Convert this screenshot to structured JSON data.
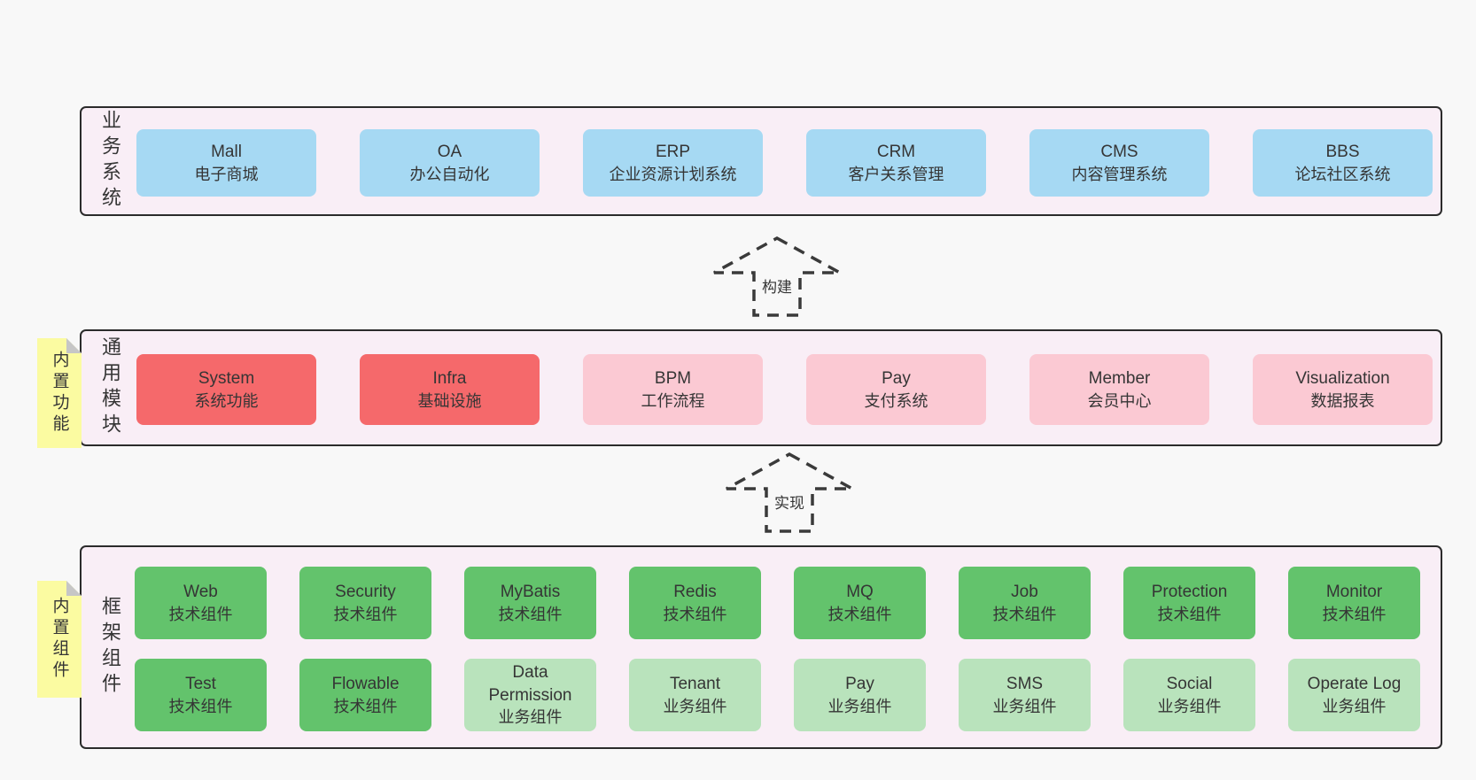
{
  "colors": {
    "page_bg": "#f8f8f8",
    "container_bg": "#f9eef6",
    "container_border": "#2b2b2b",
    "blue": "#a6d9f3",
    "red": "#f5696b",
    "pink": "#fbc9d3",
    "green_dark": "#63c36c",
    "green_light": "#b9e3bc",
    "yellow": "#fbfba1",
    "fold_gray": "#c6c6c6",
    "text": "#353535"
  },
  "sections": {
    "business": {
      "label": "业务系统",
      "boxes": [
        {
          "title": "Mall",
          "subtitle": "电子商城"
        },
        {
          "title": "OA",
          "subtitle": "办公自动化"
        },
        {
          "title": "ERP",
          "subtitle": "企业资源计划系统"
        },
        {
          "title": "CRM",
          "subtitle": "客户关系管理"
        },
        {
          "title": "CMS",
          "subtitle": "内容管理系统"
        },
        {
          "title": "BBS",
          "subtitle": "论坛社区系统"
        }
      ]
    },
    "arrow_build": {
      "label": "构建"
    },
    "modules": {
      "label": "通用模块",
      "tab": "内置功能",
      "boxes": [
        {
          "title": "System",
          "subtitle": "系统功能",
          "variant": "red"
        },
        {
          "title": "Infra",
          "subtitle": "基础设施",
          "variant": "red"
        },
        {
          "title": "BPM",
          "subtitle": "工作流程",
          "variant": "pink"
        },
        {
          "title": "Pay",
          "subtitle": "支付系统",
          "variant": "pink"
        },
        {
          "title": "Member",
          "subtitle": "会员中心",
          "variant": "pink"
        },
        {
          "title": "Visualization",
          "subtitle": "数据报表",
          "variant": "pink"
        }
      ]
    },
    "arrow_implement": {
      "label": "实现"
    },
    "framework": {
      "label": "框架组件",
      "tab": "内置组件",
      "row1": [
        {
          "title": "Web",
          "subtitle": "技术组件",
          "variant": "dark"
        },
        {
          "title": "Security",
          "subtitle": "技术组件",
          "variant": "dark"
        },
        {
          "title": "MyBatis",
          "subtitle": "技术组件",
          "variant": "dark"
        },
        {
          "title": "Redis",
          "subtitle": "技术组件",
          "variant": "dark"
        },
        {
          "title": "MQ",
          "subtitle": "技术组件",
          "variant": "dark"
        },
        {
          "title": "Job",
          "subtitle": "技术组件",
          "variant": "dark"
        },
        {
          "title": "Protection",
          "subtitle": "技术组件",
          "variant": "dark"
        },
        {
          "title": "Monitor",
          "subtitle": "技术组件",
          "variant": "dark"
        }
      ],
      "row2": [
        {
          "title": "Test",
          "subtitle": "技术组件",
          "variant": "dark"
        },
        {
          "title": "Flowable",
          "subtitle": "技术组件",
          "variant": "dark"
        },
        {
          "title": "Data Permission",
          "subtitle": "业务组件",
          "variant": "light"
        },
        {
          "title": "Tenant",
          "subtitle": "业务组件",
          "variant": "light"
        },
        {
          "title": "Pay",
          "subtitle": "业务组件",
          "variant": "light"
        },
        {
          "title": "SMS",
          "subtitle": "业务组件",
          "variant": "light"
        },
        {
          "title": "Social",
          "subtitle": "业务组件",
          "variant": "light"
        },
        {
          "title": "Operate Log",
          "subtitle": "业务组件",
          "variant": "light"
        }
      ]
    }
  }
}
